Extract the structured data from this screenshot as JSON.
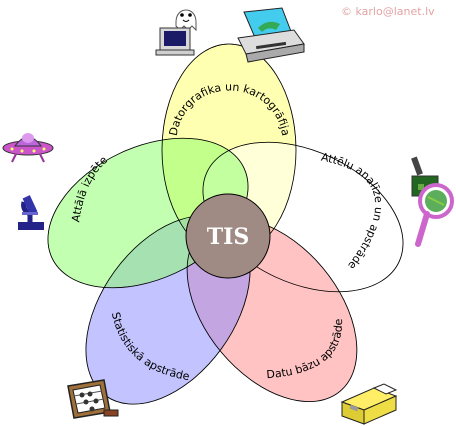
{
  "credit": "© karlo@lanet.lv",
  "center": {
    "label": "TIS",
    "color": "#a08a84"
  },
  "petals": [
    {
      "id": "cartography",
      "label": "Datorgrafika un kartogrāfija",
      "color": "#ffff66",
      "icon": "computer-printer-icon"
    },
    {
      "id": "image-analysis",
      "label": "Attēlu analīze un apstrāde",
      "color": "#ffffff",
      "icon": "magnifier-icon"
    },
    {
      "id": "database",
      "label": "Datu bāzu apstrāde",
      "color": "#ff8888",
      "icon": "card-box-icon"
    },
    {
      "id": "statistics",
      "label": "Statistiskā apstrāde",
      "color": "#8888ff",
      "icon": "abacus-icon"
    },
    {
      "id": "remote-sensing",
      "label": "Attālā izpēte",
      "color": "#88ff66",
      "icon": "ufo-microscope-icon"
    }
  ]
}
